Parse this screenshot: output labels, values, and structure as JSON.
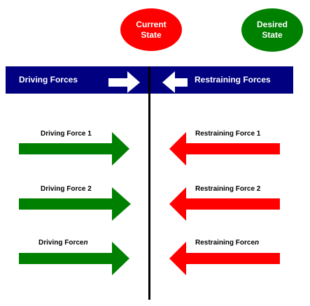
{
  "states": {
    "current": {
      "line1": "Current",
      "line2": "State",
      "color": "#ff0000"
    },
    "desired": {
      "line1": "Desired",
      "line2": "State",
      "color": "#008000"
    }
  },
  "header": {
    "driving_label": "Driving Forces",
    "restraining_label": "Restraining Forces",
    "bar_color": "#000080"
  },
  "driving_forces": [
    {
      "label": "Driving Force 1"
    },
    {
      "label": "Driving Force 2"
    },
    {
      "label": "Driving Force",
      "suffix": "n"
    }
  ],
  "restraining_forces": [
    {
      "label": "Restraining Force 1"
    },
    {
      "label": "Restraining Force 2"
    },
    {
      "label": "Restraining Force",
      "suffix": "n"
    }
  ],
  "colors": {
    "driving_arrow": "#008000",
    "restraining_arrow": "#ff0000",
    "header_arrow": "#ffffff"
  }
}
